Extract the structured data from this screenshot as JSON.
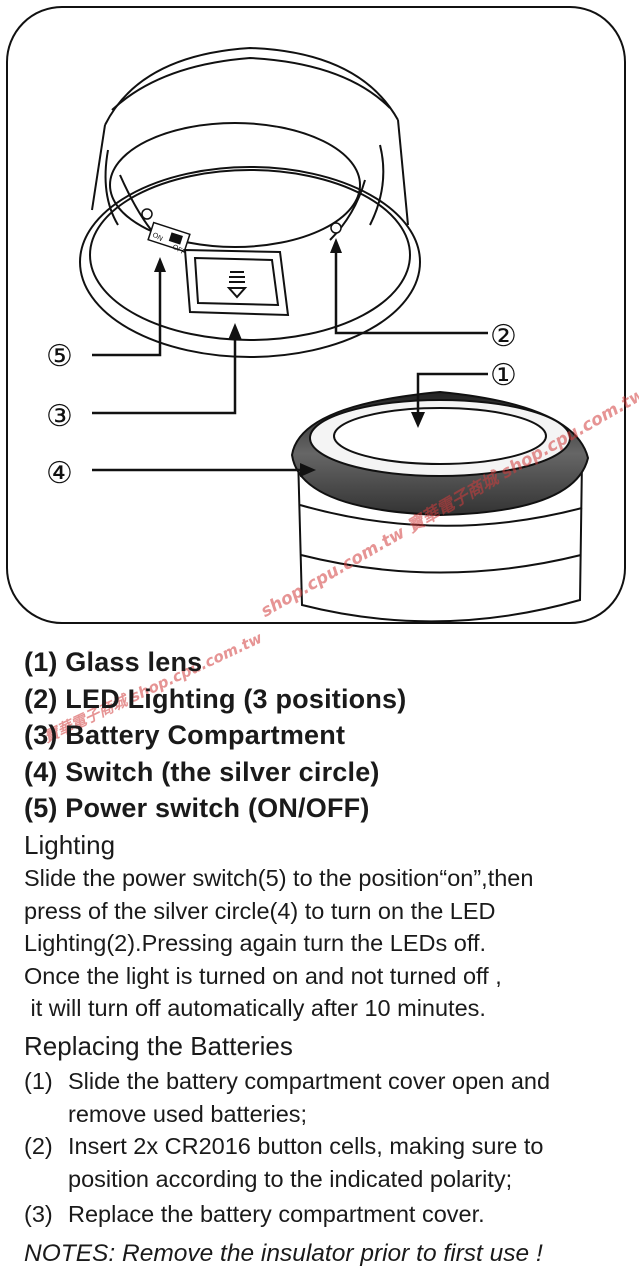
{
  "diagram": {
    "callout_labels": [
      "①",
      "②",
      "③",
      "④",
      "⑤"
    ],
    "switch_labels": [
      "ON",
      "OFF"
    ]
  },
  "parts": [
    "(1) Glass lens",
    "(2) LED Lighting (3 positions)",
    "(3) Battery Compartment",
    "(4) Switch (the silver circle)",
    "(5) Power switch (ON/OFF)"
  ],
  "lighting": {
    "heading": "Lighting",
    "lines": [
      "Slide the power switch(5) to the position“on”,then",
      "press of the silver circle(4) to turn on the LED",
      "Lighting(2).Pressing again turn the LEDs off.",
      "Once the light is turned on and not turned off ,",
      " it will turn off automatically after 10 minutes."
    ]
  },
  "batteries": {
    "heading": "Replacing the Batteries",
    "steps": [
      {
        "num": "(1)",
        "lines": [
          "Slide the battery compartment cover open and",
          "remove used batteries;"
        ]
      },
      {
        "num": "(2)",
        "lines": [
          "Insert 2x CR2016 button cells, making sure to",
          "position according to the indicated polarity;"
        ]
      },
      {
        "num": "(3)",
        "lines": [
          "Replace the battery compartment cover."
        ]
      }
    ]
  },
  "notes": "NOTES: Remove the insulator prior to first use !",
  "watermarks": [
    "寶華電子商城 shop.cpu.com.tw",
    "shop.cpu.com.tw 寶華電子商城 shop.cpu.com.tw"
  ]
}
